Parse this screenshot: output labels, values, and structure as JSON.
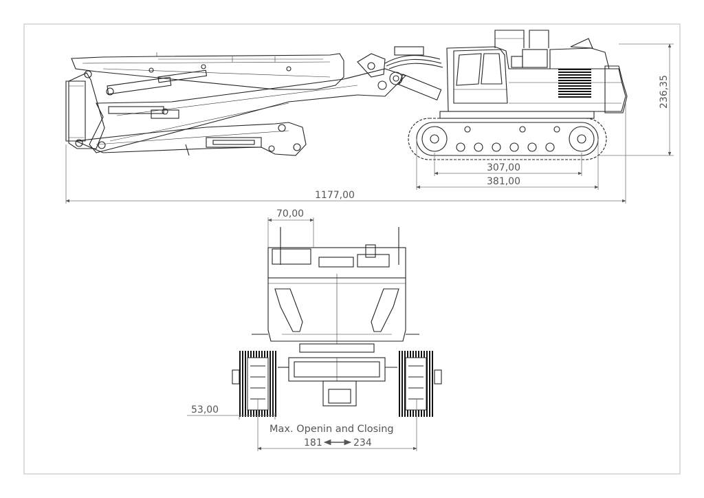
{
  "drawing": {
    "side_view": {
      "overall_length": "1177,00",
      "height": "236,35",
      "track_inner": "307,00",
      "track_outer": "381,00"
    },
    "front_view": {
      "cab_width": "70,00",
      "track_width": "53,00",
      "note": "Max. Openin and Closing",
      "min_open": "181",
      "max_open": "234"
    },
    "icons": [
      "double-arrow-icon"
    ]
  }
}
